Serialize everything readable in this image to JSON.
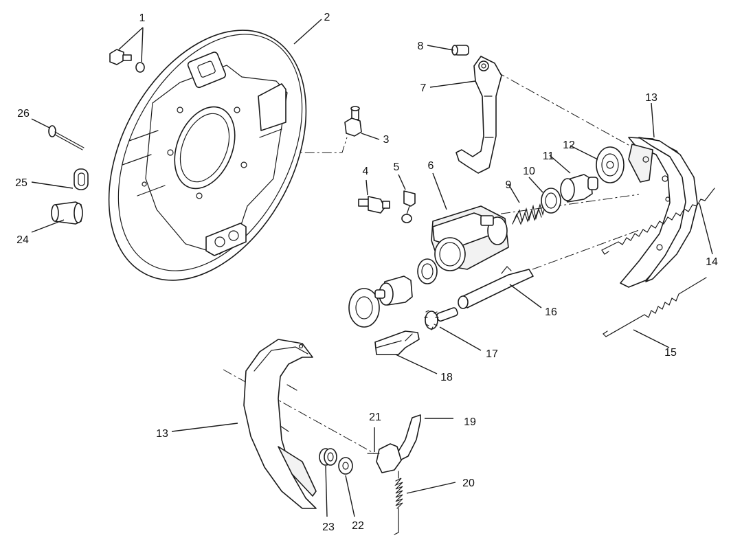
{
  "callouts": [
    {
      "id": "1",
      "text": "1"
    },
    {
      "id": "2",
      "text": "2"
    },
    {
      "id": "3",
      "text": "3"
    },
    {
      "id": "4",
      "text": "4"
    },
    {
      "id": "5",
      "text": "5"
    },
    {
      "id": "6",
      "text": "6"
    },
    {
      "id": "7",
      "text": "7"
    },
    {
      "id": "8",
      "text": "8"
    },
    {
      "id": "9",
      "text": "9"
    },
    {
      "id": "10",
      "text": "10"
    },
    {
      "id": "11",
      "text": "11"
    },
    {
      "id": "12",
      "text": "12"
    },
    {
      "id": "13a",
      "text": "13"
    },
    {
      "id": "13b",
      "text": "13"
    },
    {
      "id": "14",
      "text": "14"
    },
    {
      "id": "15",
      "text": "15"
    },
    {
      "id": "16",
      "text": "16"
    },
    {
      "id": "17",
      "text": "17"
    },
    {
      "id": "18",
      "text": "18"
    },
    {
      "id": "19",
      "text": "19"
    },
    {
      "id": "20",
      "text": "20"
    },
    {
      "id": "21",
      "text": "21"
    },
    {
      "id": "22",
      "text": "22"
    },
    {
      "id": "23",
      "text": "23"
    },
    {
      "id": "24",
      "text": "24"
    },
    {
      "id": "25",
      "text": "25"
    },
    {
      "id": "26",
      "text": "26"
    }
  ]
}
